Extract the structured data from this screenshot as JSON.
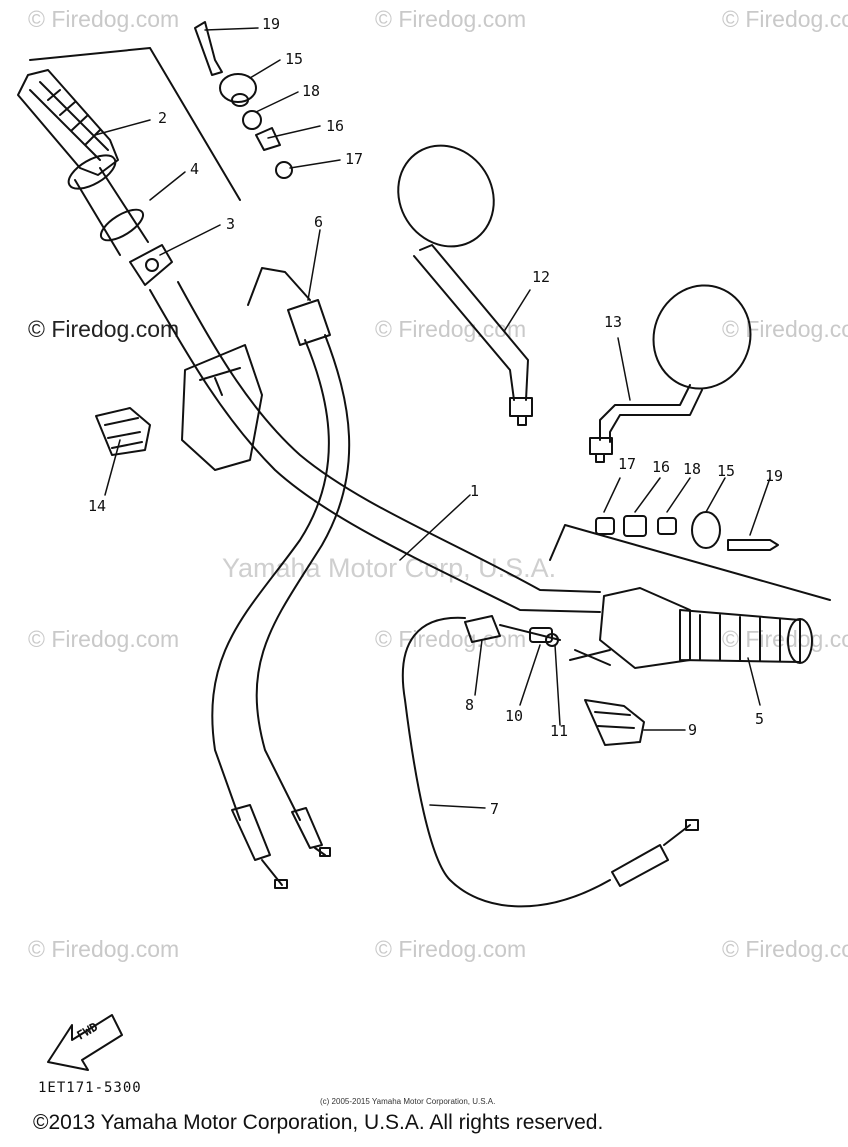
{
  "watermark": {
    "text": "© Firedog.com"
  },
  "center_watermark": "Yamaha Motor Corp, U.S.A.",
  "labels": {
    "p1": "1",
    "p2": "2",
    "p3": "3",
    "p4": "4",
    "p5": "5",
    "p6": "6",
    "p7": "7",
    "p8": "8",
    "p9": "9",
    "p10": "10",
    "p11": "11",
    "p12": "12",
    "p13": "13",
    "p14": "14",
    "p15a": "15",
    "p16a": "16",
    "p17a": "17",
    "p18a": "18",
    "p19a": "19",
    "p15b": "15",
    "p16b": "16",
    "p17b": "17",
    "p18b": "18",
    "p19b": "19"
  },
  "fwd_label": "FWD",
  "doc_code": "1ET171-5300",
  "small_copyright": "(c) 2005-2015 Yamaha Motor Corporation, U.S.A.",
  "footer_copyright": "©2013 Yamaha Motor Corporation, U.S.A. All rights reserved."
}
